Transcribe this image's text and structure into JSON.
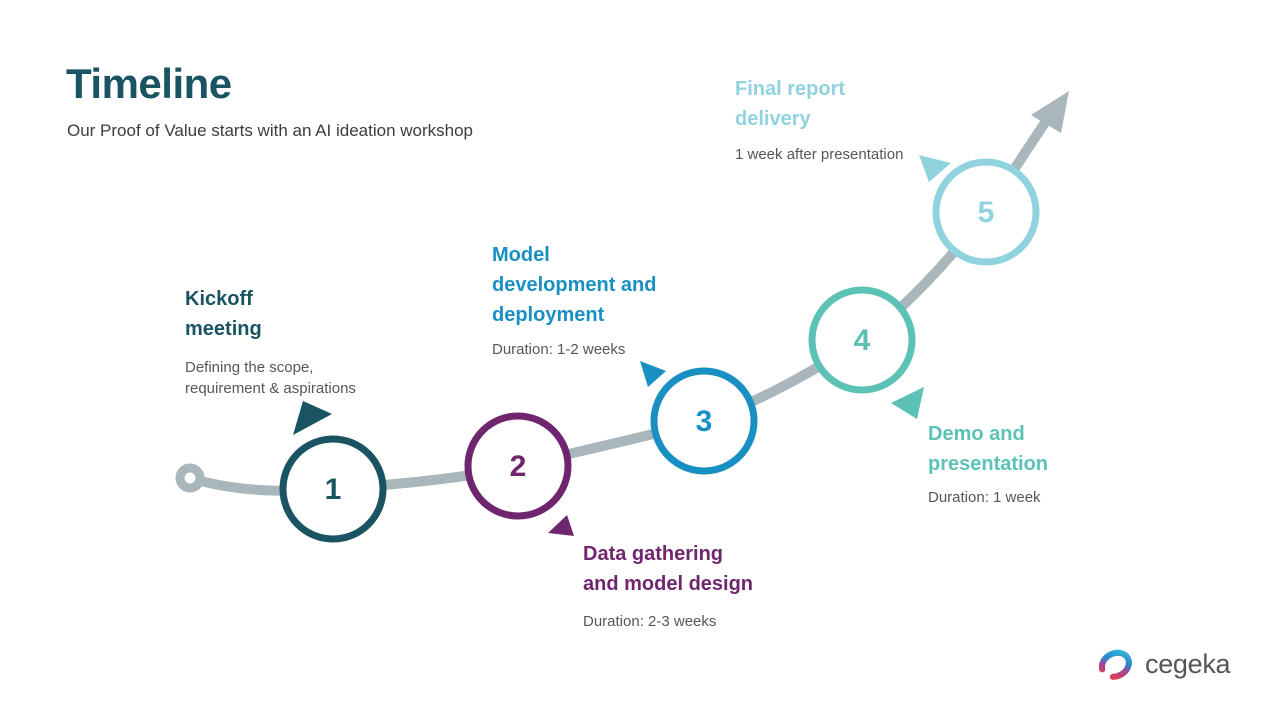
{
  "slide": {
    "title": "Timeline",
    "subtitle": "Our Proof of Value starts with an AI ideation workshop"
  },
  "milestones": [
    {
      "number": "1",
      "title": "Kickoff\nmeeting",
      "description": "Defining the scope,\nrequirement & aspirations",
      "color": "#1a5361"
    },
    {
      "number": "2",
      "title": "Data gathering\nand model design",
      "description": "Duration: 2-3 weeks",
      "color": "#70266e"
    },
    {
      "number": "3",
      "title": "Model\ndevelopment and\ndeployment",
      "description": "Duration: 1-2 weeks",
      "color": "#1990c2"
    },
    {
      "number": "4",
      "title": "Demo and\npresentation",
      "description": "Duration: 1 week",
      "color": "#5bc2b5"
    },
    {
      "number": "5",
      "title": "Final report\ndelivery",
      "description": "1 week after presentation",
      "color": "#90d3df"
    }
  ],
  "path": {
    "color": "#a9b6bb"
  },
  "text_colors": {
    "muted": "#575757",
    "title": "#1a5361"
  },
  "logo": {
    "text": "cegeka"
  }
}
